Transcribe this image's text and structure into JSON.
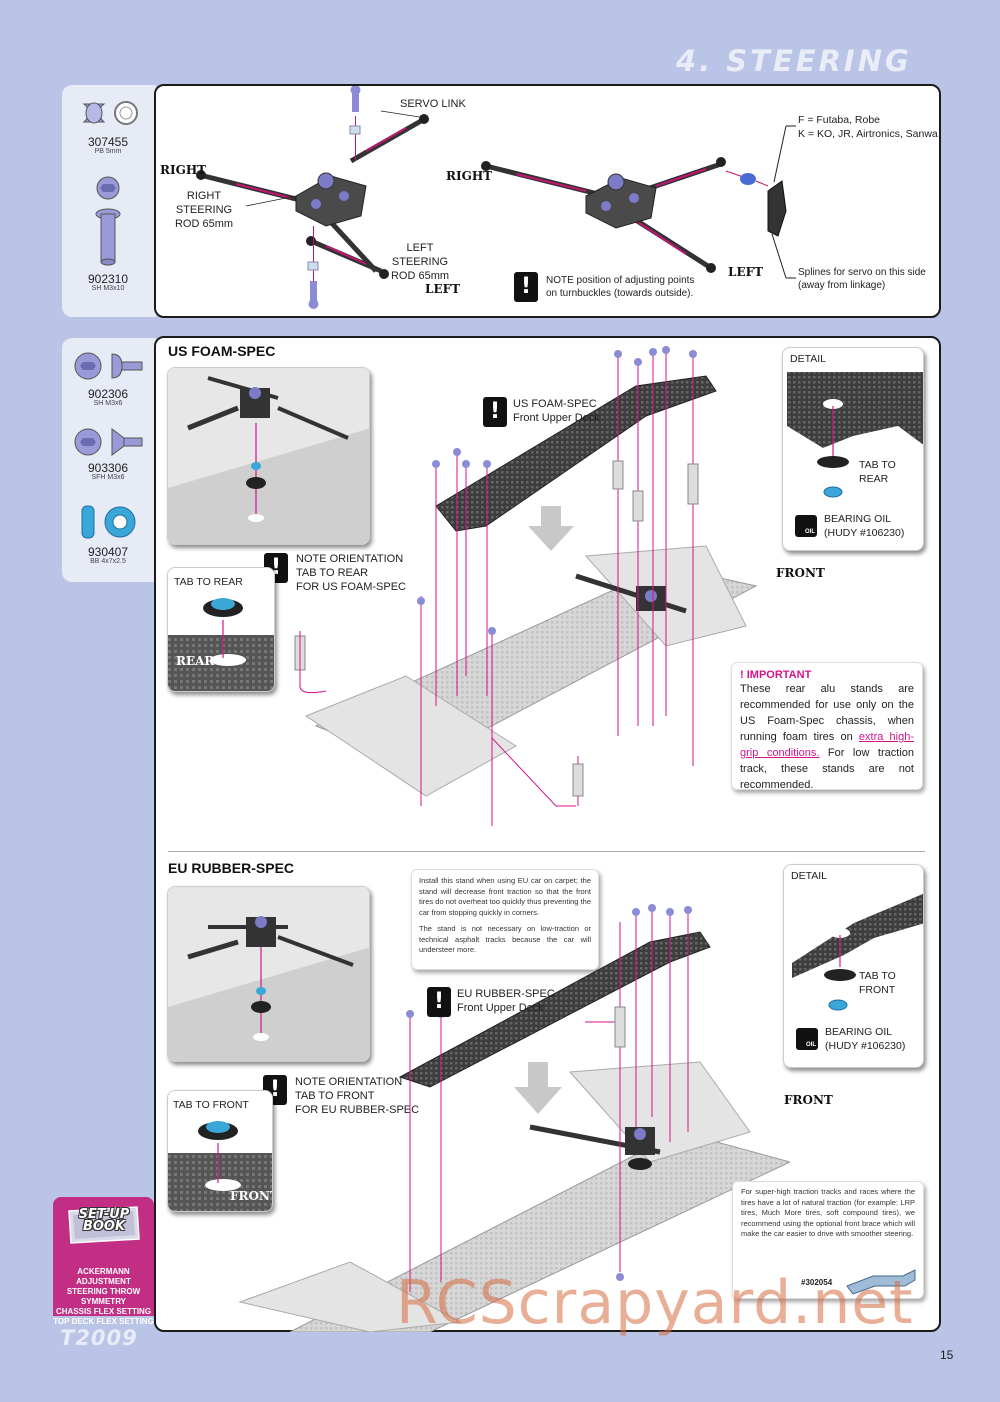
{
  "page": {
    "section_title": "4. STEERING",
    "page_number": "15",
    "model_logo": "T2009",
    "watermark": "RCScrapyard.net"
  },
  "parts_top": [
    {
      "number": "307455",
      "spec": "PB 5mm"
    },
    {
      "number": "902310",
      "spec": "SH M3x10"
    }
  ],
  "parts_bottom": [
    {
      "number": "902306",
      "spec": "SH M3x6"
    },
    {
      "number": "903306",
      "spec": "SFH M3x6"
    },
    {
      "number": "930407",
      "spec": "BB 4x7x2.5"
    }
  ],
  "steering_panel": {
    "servo_link": "SERVO LINK",
    "right_label": "RIGHT",
    "left_label": "LEFT",
    "right_rod_line1": "RIGHT STEERING",
    "right_rod_line2": "ROD 65mm",
    "left_rod_line1": "LEFT STEERING",
    "left_rod_line2": "ROD 65mm",
    "note_line1": "NOTE position of adjusting points",
    "note_line2": "on turnbuckles (towards outside).",
    "servo_line1": "F = Futaba, Robe",
    "servo_line2": "K = KO, JR, Airtronics, Sanwa",
    "splines_line1": "Splines for servo on this side",
    "splines_line2": "(away from linkage)"
  },
  "us_section": {
    "title": "US FOAM-SPEC",
    "deck_line1": "US FOAM-SPEC",
    "deck_line2": "Front Upper Deck",
    "note_line1": "NOTE ORIENTATION",
    "note_line2": "TAB TO REAR",
    "note_line3": "FOR US FOAM-SPEC",
    "tab_label": "TAB TO REAR",
    "tab_tag": "REAR",
    "detail_label": "DETAIL",
    "detail_tab": "TAB TO REAR",
    "bearing_line1": "BEARING OIL",
    "bearing_line2": "(HUDY #106230)",
    "oil_tag": "OIL",
    "front_label": "FRONT",
    "important_title": "! IMPORTANT",
    "important_pre": "These rear alu stands are recommended for use only on the US Foam-Spec chassis, when running foam tires on ",
    "important_highlight": "extra high-grip conditions.",
    "important_post": " For low traction track, these stands are not recommended."
  },
  "eu_section": {
    "title": "EU RUBBER-SPEC",
    "install_note_p1": "Install this stand when using EU car on carpet; the stand will decrease front traction so that the front tires do not overheat too quickly thus preventing the car from stopping quickly in corners.",
    "install_note_p2": "The stand is not necessary on low-traction or technical asphalt tracks because the car will understeer more.",
    "deck_line1": "EU RUBBER-SPEC",
    "deck_line2": "Front Upper Deck",
    "note_line1": "NOTE ORIENTATION",
    "note_line2": "TAB TO FRONT",
    "note_line3": "FOR EU RUBBER-SPEC",
    "tab_label": "TAB TO FRONT",
    "tab_tag": "FRONT",
    "detail_label": "DETAIL",
    "detail_tab": "TAB TO FRONT",
    "bearing_line1": "BEARING OIL",
    "bearing_line2": "(HUDY #106230)",
    "oil_tag": "OIL",
    "front_label": "FRONT",
    "brace_note": "For super-high traction tracks and races where the tires have a lot of natural traction (for example: LRP tires, Much More tires, soft compound tires), we recommend using the optional front brace which will make the car easier to drive with smoother steering.",
    "brace_part": "#302054"
  },
  "setup_book": {
    "title_line1": "SET-UP",
    "title_line2": "BOOK",
    "items": [
      "ACKERMANN ADJUSTMENT",
      "STEERING THROW SYMMETRY",
      "CHASSIS FLEX SETTING",
      "TOP DECK FLEX SETTING"
    ]
  },
  "colors": {
    "background": "#b9c4e6",
    "accent_pink": "#d4148a",
    "setup_book": "#c22e83",
    "part_violet": "#9a9ad8",
    "part_cyan": "#3aa7d8"
  }
}
